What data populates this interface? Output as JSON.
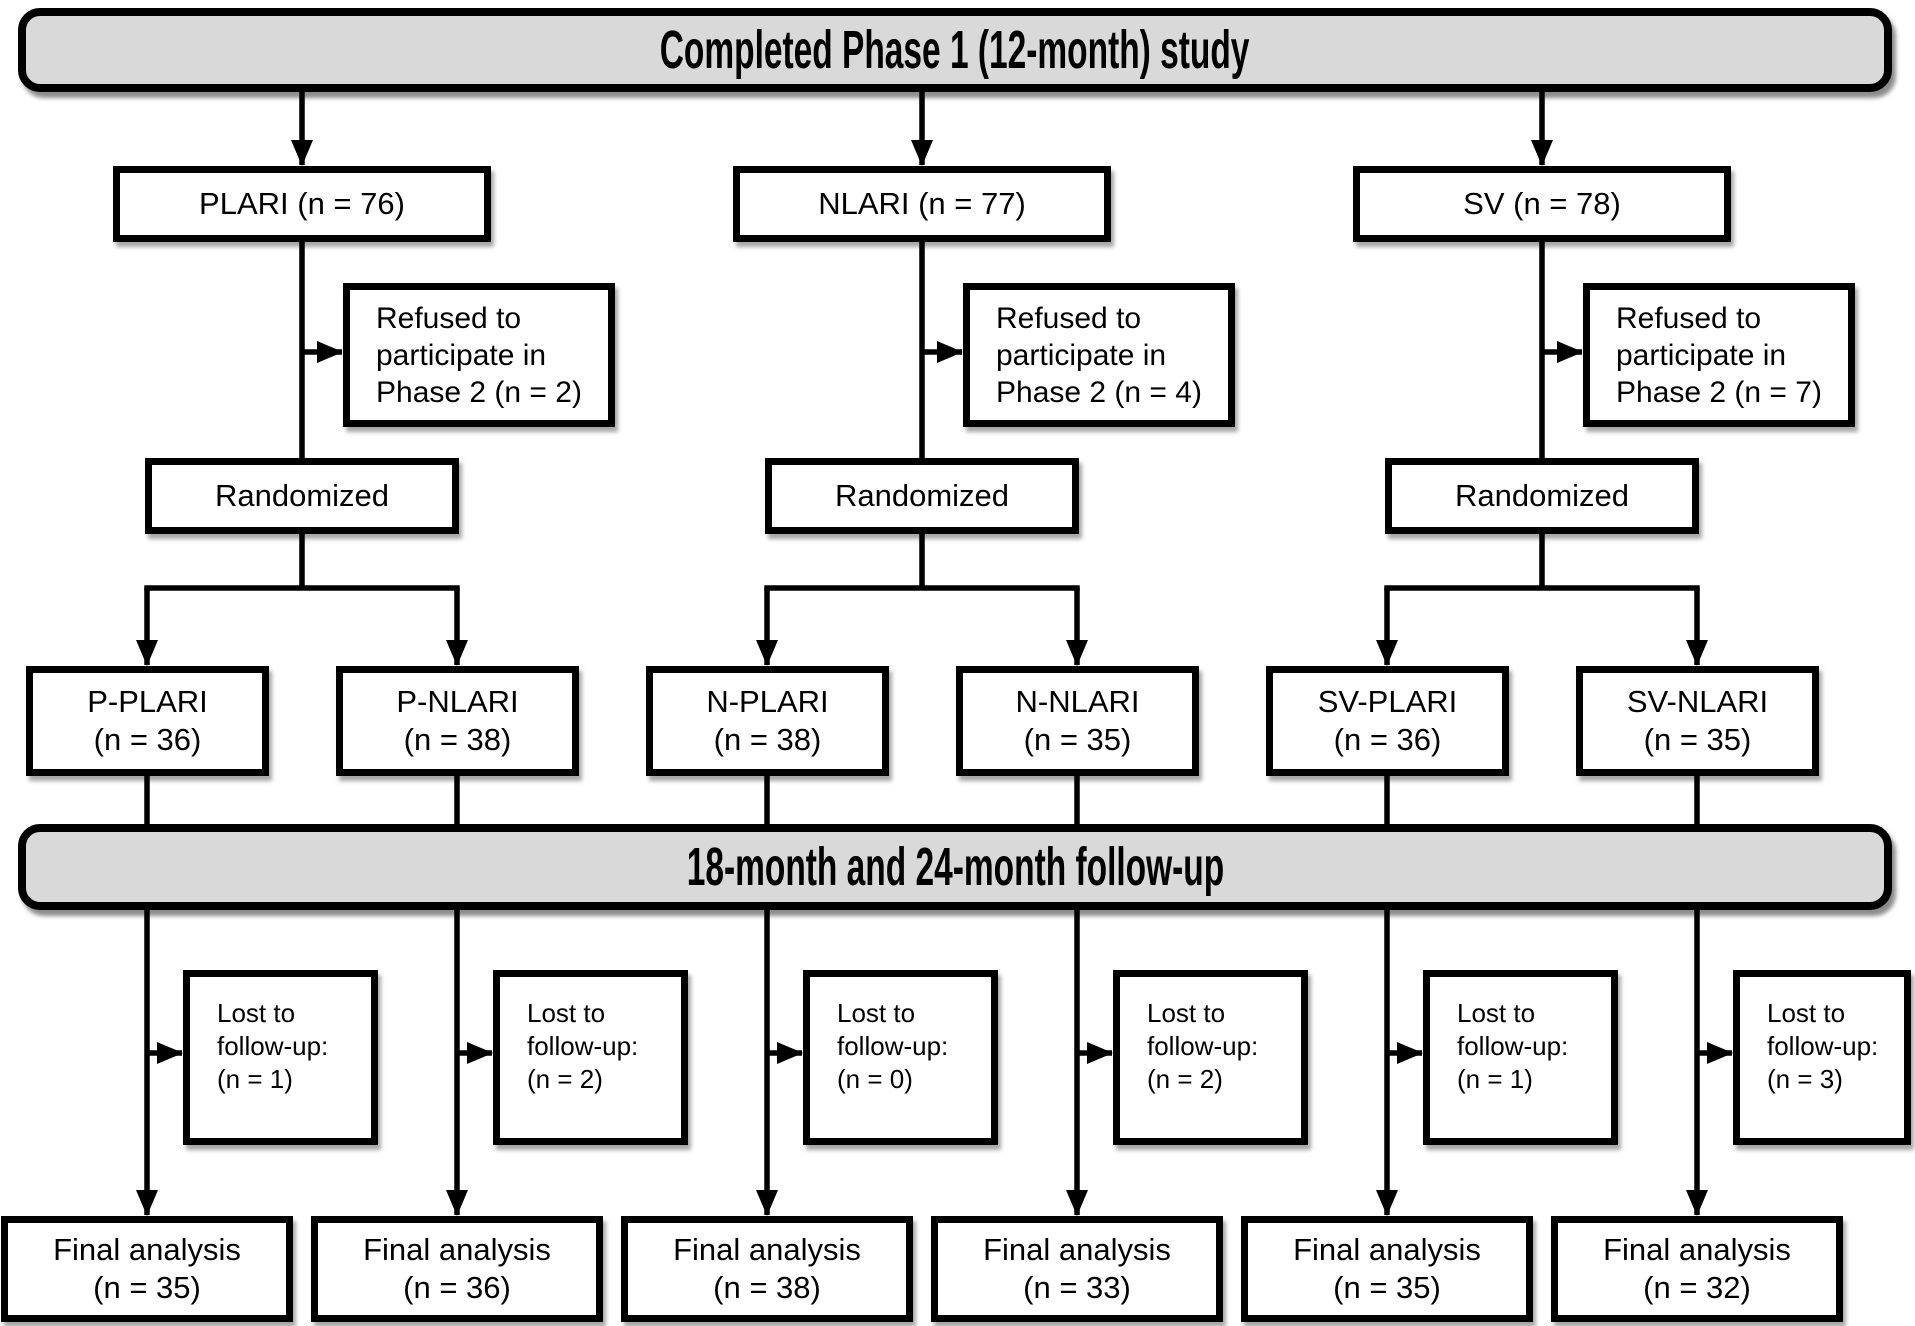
{
  "header": {
    "title": "Completed Phase 1 (12-month) study"
  },
  "followup_bar": {
    "title": "18-month and 24-month follow-up"
  },
  "arms": [
    {
      "label": "PLARI (n = 76)",
      "refused": {
        "lines": [
          "Refused to",
          "participate in",
          "Phase 2 (n = 2)"
        ]
      },
      "randomized": "Randomized"
    },
    {
      "label": "NLARI (n = 77)",
      "refused": {
        "lines": [
          "Refused to",
          "participate in",
          "Phase 2 (n = 4)"
        ]
      },
      "randomized": "Randomized"
    },
    {
      "label": "SV (n = 78)",
      "refused": {
        "lines": [
          "Refused to",
          "participate in",
          "Phase 2 (n = 7)"
        ]
      },
      "randomized": "Randomized"
    }
  ],
  "groups": [
    {
      "name": "P-PLARI",
      "n": "(n = 36)",
      "lost": {
        "lines": [
          "Lost to",
          "follow-up:",
          "(n = 1)"
        ]
      },
      "final": {
        "line1": "Final analysis",
        "line2": "(n = 35)"
      }
    },
    {
      "name": "P-NLARI",
      "n": "(n = 38)",
      "lost": {
        "lines": [
          "Lost to",
          "follow-up:",
          "(n = 2)"
        ]
      },
      "final": {
        "line1": "Final analysis",
        "line2": "(n = 36)"
      }
    },
    {
      "name": "N-PLARI",
      "n": "(n = 38)",
      "lost": {
        "lines": [
          "Lost to",
          "follow-up:",
          "(n = 0)"
        ]
      },
      "final": {
        "line1": "Final analysis",
        "line2": "(n = 38)"
      }
    },
    {
      "name": "N-NLARI",
      "n": "(n = 35)",
      "lost": {
        "lines": [
          "Lost to",
          "follow-up:",
          "(n = 2)"
        ]
      },
      "final": {
        "line1": "Final analysis",
        "line2": "(n = 33)"
      }
    },
    {
      "name": "SV-PLARI",
      "n": "(n = 36)",
      "lost": {
        "lines": [
          "Lost to",
          "follow-up:",
          "(n = 1)"
        ]
      },
      "final": {
        "line1": "Final analysis",
        "line2": "(n = 35)"
      }
    },
    {
      "name": "SV-NLARI",
      "n": "(n = 35)",
      "lost": {
        "lines": [
          "Lost to",
          "follow-up:",
          "(n = 3)"
        ]
      },
      "final": {
        "line1": "Final analysis",
        "line2": "(n = 32)"
      }
    }
  ],
  "colors": {
    "bar_fill": "#d9d9d9",
    "line": "#000000",
    "box_fill": "#ffffff"
  }
}
